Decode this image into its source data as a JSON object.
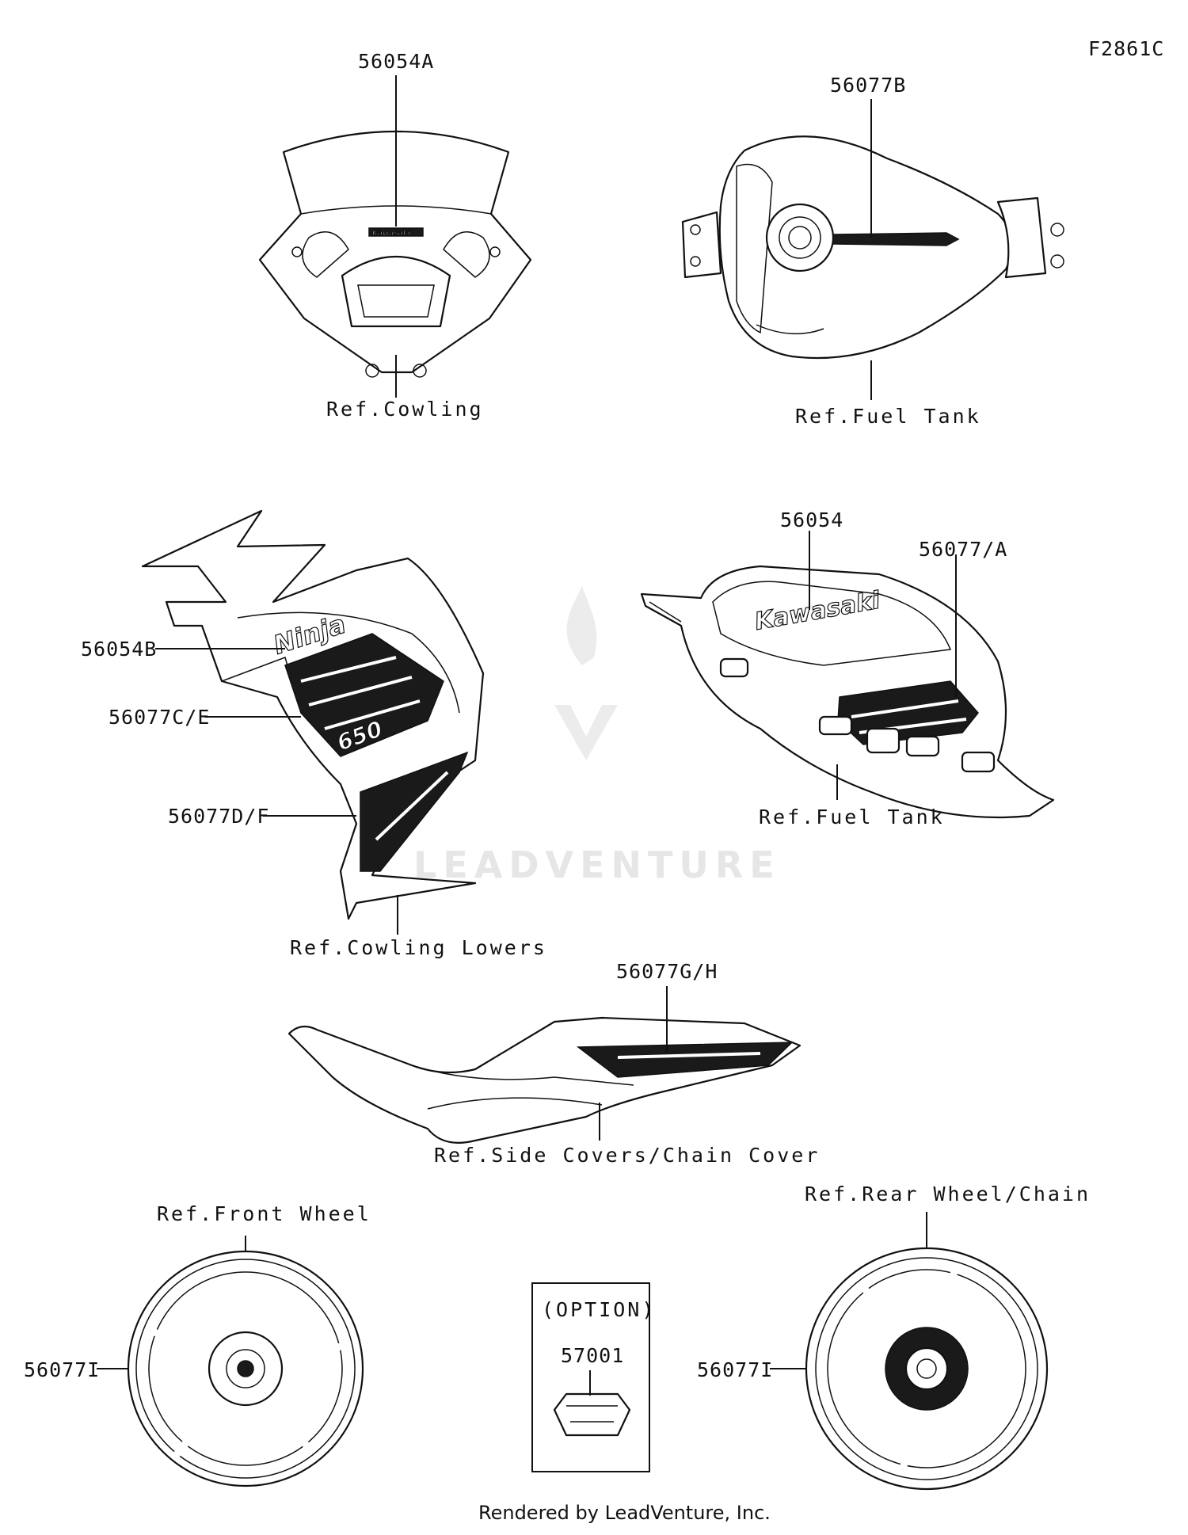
{
  "figure_id": "F2861C",
  "watermark": "LEADVENTURE",
  "footer": "Rendered by LeadVenture, Inc.",
  "decal_text": {
    "kawasaki": "Kawasaki",
    "ninja": "Ninja",
    "model": "650"
  },
  "parts": {
    "screen_decal": "56054A",
    "tank_top_stripe": "56077B",
    "tank_emblem": "56054",
    "tank_side_stripe": "56077/A",
    "cowl_ninja": "56054B",
    "cowl_stripe_upper": "56077C/E",
    "cowl_stripe_lower": "56077D/F",
    "side_cover_stripe": "56077G/H",
    "wheel_stripe_front": "56077I",
    "wheel_stripe_rear": "56077I",
    "option_part": "57001"
  },
  "option_label": "(OPTION)",
  "refs": {
    "cowling": "Ref.Cowling",
    "fuel_tank_top": "Ref.Fuel Tank",
    "fuel_tank_side": "Ref.Fuel Tank",
    "cowling_lowers": "Ref.Cowling Lowers",
    "side_covers": "Ref.Side Covers/Chain Cover",
    "front_wheel": "Ref.Front Wheel",
    "rear_wheel": "Ref.Rear Wheel/Chain"
  }
}
